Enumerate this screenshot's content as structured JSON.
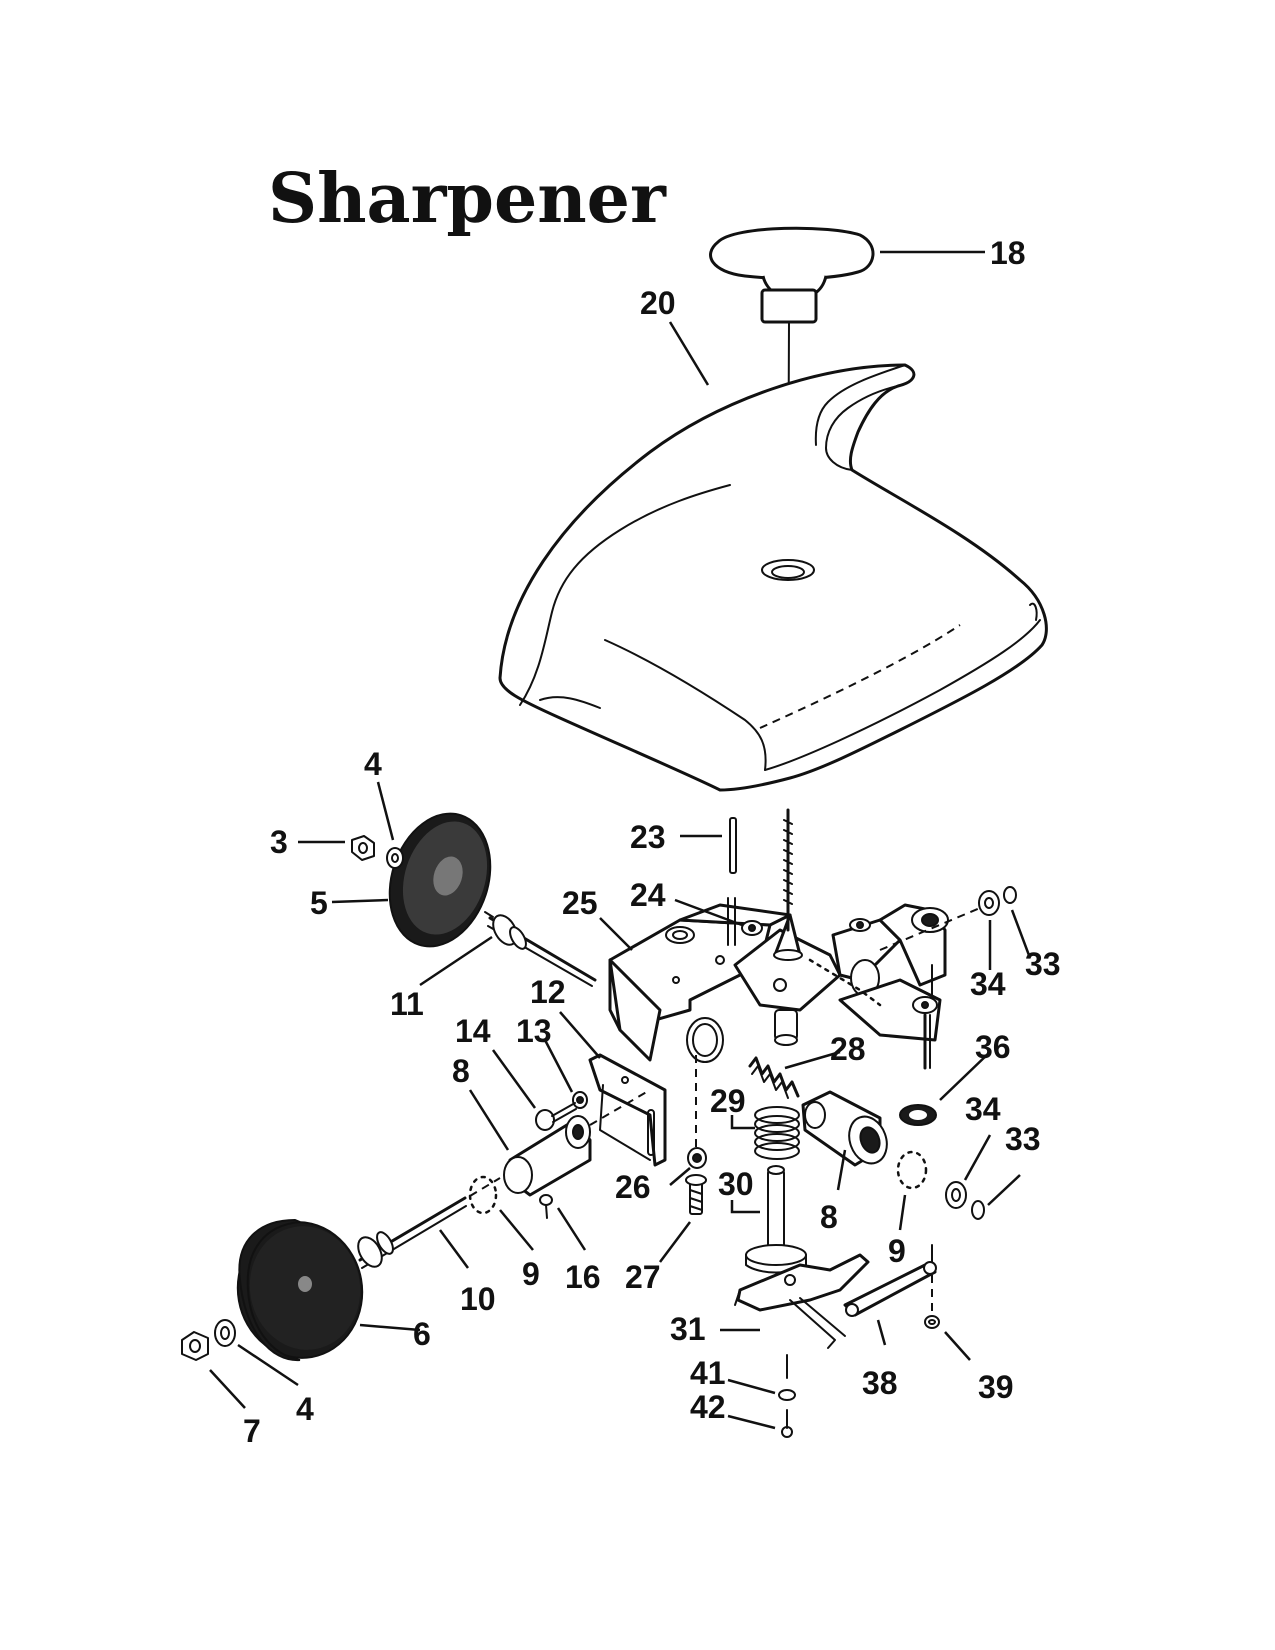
{
  "title": "Sharpener",
  "callouts": [
    {
      "id": "c18",
      "label": "18"
    },
    {
      "id": "c20",
      "label": "20"
    },
    {
      "id": "c4a",
      "label": "4"
    },
    {
      "id": "c3",
      "label": "3"
    },
    {
      "id": "c5",
      "label": "5"
    },
    {
      "id": "c23",
      "label": "23"
    },
    {
      "id": "c24",
      "label": "24"
    },
    {
      "id": "c25",
      "label": "25"
    },
    {
      "id": "c11",
      "label": "11"
    },
    {
      "id": "c12",
      "label": "12"
    },
    {
      "id": "c13",
      "label": "13"
    },
    {
      "id": "c14",
      "label": "14"
    },
    {
      "id": "c8a",
      "label": "8"
    },
    {
      "id": "c28",
      "label": "28"
    },
    {
      "id": "c29",
      "label": "29"
    },
    {
      "id": "c34a",
      "label": "34"
    },
    {
      "id": "c33a",
      "label": "33"
    },
    {
      "id": "c36",
      "label": "36"
    },
    {
      "id": "c34b",
      "label": "34"
    },
    {
      "id": "c33b",
      "label": "33"
    },
    {
      "id": "c26",
      "label": "26"
    },
    {
      "id": "c30",
      "label": "30"
    },
    {
      "id": "c8b",
      "label": "8"
    },
    {
      "id": "c9a",
      "label": "9"
    },
    {
      "id": "c16",
      "label": "16"
    },
    {
      "id": "c27",
      "label": "27"
    },
    {
      "id": "c9b",
      "label": "9"
    },
    {
      "id": "c10",
      "label": "10"
    },
    {
      "id": "c6",
      "label": "6"
    },
    {
      "id": "c31",
      "label": "31"
    },
    {
      "id": "c38",
      "label": "38"
    },
    {
      "id": "c39",
      "label": "39"
    },
    {
      "id": "c41",
      "label": "41"
    },
    {
      "id": "c42",
      "label": "42"
    },
    {
      "id": "c7",
      "label": "7"
    },
    {
      "id": "c4b",
      "label": "4"
    }
  ]
}
